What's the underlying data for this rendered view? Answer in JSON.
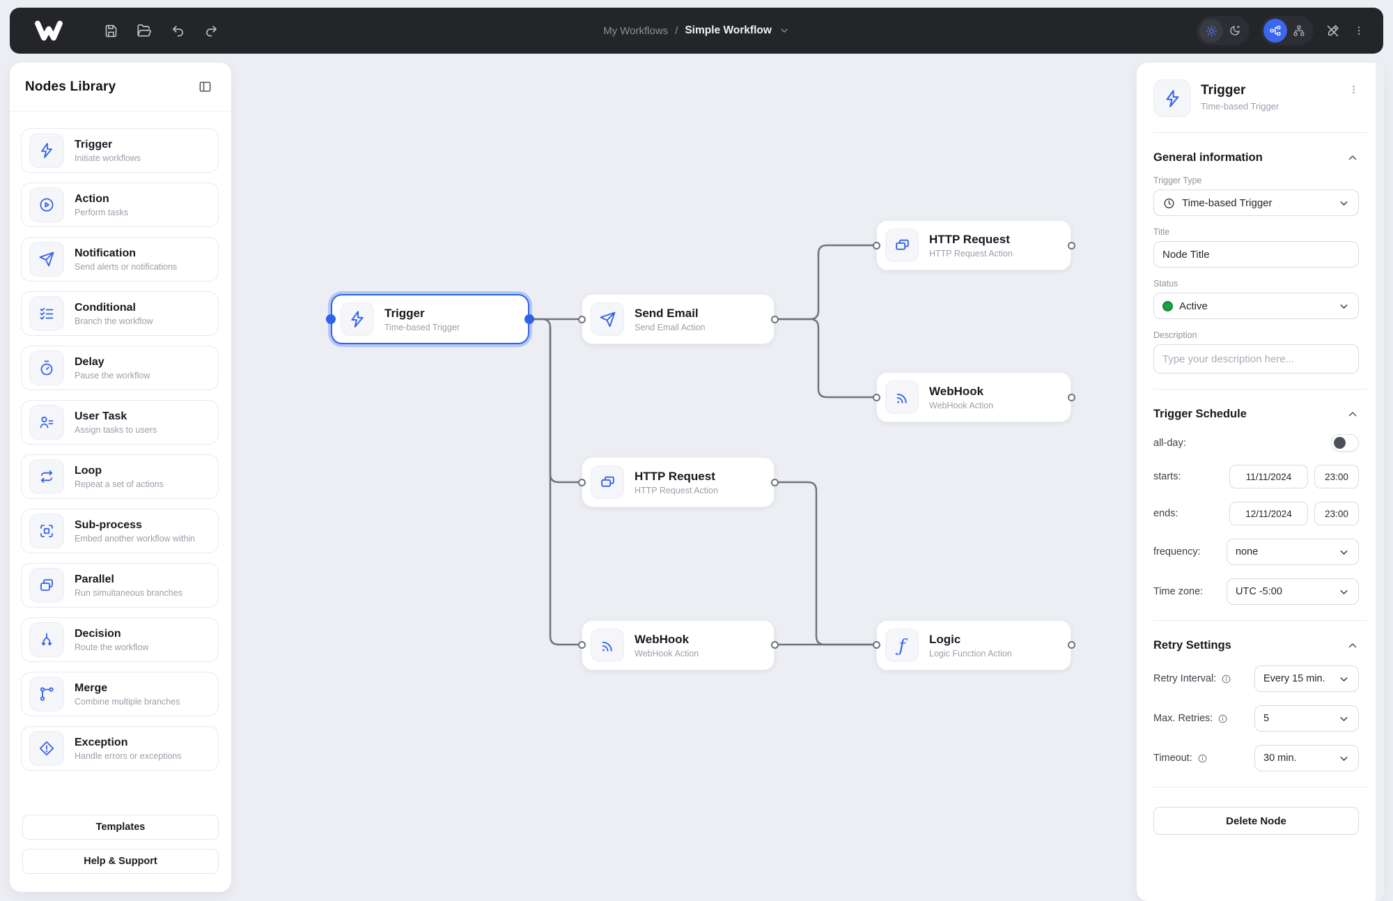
{
  "topbar": {
    "breadcrumb": {
      "parent": "My Workflows",
      "separator": "/",
      "current": "Simple Workflow"
    },
    "icons": [
      "save-icon",
      "folder-open-icon",
      "undo-icon",
      "redo-icon",
      "sun-icon",
      "moon-icon",
      "flow-horizontal-icon",
      "flow-vertical-icon",
      "pen-off-icon",
      "kebab-menu-icon"
    ]
  },
  "sidebar": {
    "title": "Nodes Library",
    "collapse_icon": "panel-left-icon",
    "items": [
      {
        "title": "Trigger",
        "subtitle": "Initiate workflows",
        "icon": "zap-icon"
      },
      {
        "title": "Action",
        "subtitle": "Perform tasks",
        "icon": "play-circle-icon"
      },
      {
        "title": "Notification",
        "subtitle": "Send alerts or notifications",
        "icon": "send-icon"
      },
      {
        "title": "Conditional",
        "subtitle": "Branch the workflow",
        "icon": "list-checks-icon"
      },
      {
        "title": "Delay",
        "subtitle": "Pause the workflow",
        "icon": "timer-icon"
      },
      {
        "title": "User Task",
        "subtitle": "Assign tasks to users",
        "icon": "user-list-icon"
      },
      {
        "title": "Loop",
        "subtitle": "Repeat a set of actions",
        "icon": "repeat-icon"
      },
      {
        "title": "Sub-process",
        "subtitle": "Embed another workflow within",
        "icon": "frame-icon"
      },
      {
        "title": "Parallel",
        "subtitle": "Run simultaneous branches",
        "icon": "copy-rects-icon"
      },
      {
        "title": "Decision",
        "subtitle": "Route the workflow",
        "icon": "split-icon"
      },
      {
        "title": "Merge",
        "subtitle": "Combine multiple branches",
        "icon": "git-merge-icon"
      },
      {
        "title": "Exception",
        "subtitle": "Handle errors or exceptions",
        "icon": "alert-diamond-icon"
      }
    ],
    "templates_button": "Templates",
    "help_button": "Help & Support"
  },
  "canvas": {
    "nodes": [
      {
        "title": "Trigger",
        "subtitle": "Time-based Trigger",
        "icon": "zap-icon",
        "selected": true
      },
      {
        "title": "Send Email",
        "subtitle": "Send Email Action",
        "icon": "send-icon"
      },
      {
        "title": "HTTP Request",
        "subtitle": "HTTP Request Action",
        "icon": "http-windows-icon"
      },
      {
        "title": "WebHook",
        "subtitle": "WebHook Action",
        "icon": "rss-icon"
      },
      {
        "title": "HTTP Request",
        "subtitle": "HTTP Request Action",
        "icon": "http-windows-icon"
      },
      {
        "title": "WebHook",
        "subtitle": "WebHook Action",
        "icon": "rss-icon"
      },
      {
        "title": "Logic",
        "subtitle": "Logic Function Action",
        "icon": "function-icon"
      }
    ]
  },
  "panel": {
    "header": {
      "title": "Trigger",
      "subtitle": "Time-based Trigger",
      "menu_icon": "kebab-menu-icon"
    },
    "general": {
      "section_title": "General information",
      "trigger_type_label": "Trigger Type",
      "trigger_type_value": "Time-based Trigger",
      "title_label": "Title",
      "title_value": "Node Title",
      "status_label": "Status",
      "status_value": "Active",
      "description_label": "Description",
      "description_placeholder": "Type your description here..."
    },
    "schedule": {
      "section_title": "Trigger Schedule",
      "all_day_label": "all-day:",
      "starts_label": "starts:",
      "starts_date": "11/11/2024",
      "starts_time": "23:00",
      "ends_label": "ends:",
      "ends_date": "12/11/2024",
      "ends_time": "23:00",
      "frequency_label": "frequency:",
      "frequency_value": "none",
      "timezone_label": "Time zone:",
      "timezone_value": "UTC -5:00"
    },
    "retry": {
      "section_title": "Retry Settings",
      "interval_label": "Retry Interval:",
      "interval_value": "Every 15 min.",
      "max_label": "Max. Retries:",
      "max_value": "5",
      "timeout_label": "Timeout:",
      "timeout_value": "30 min."
    },
    "delete_button": "Delete Node"
  },
  "colors": {
    "accent": "#2f62e9",
    "topbar_bg": "#232528",
    "status_green": "#18a548",
    "canvas_bg": "#eceef4",
    "connection_line": "#6c7380"
  }
}
